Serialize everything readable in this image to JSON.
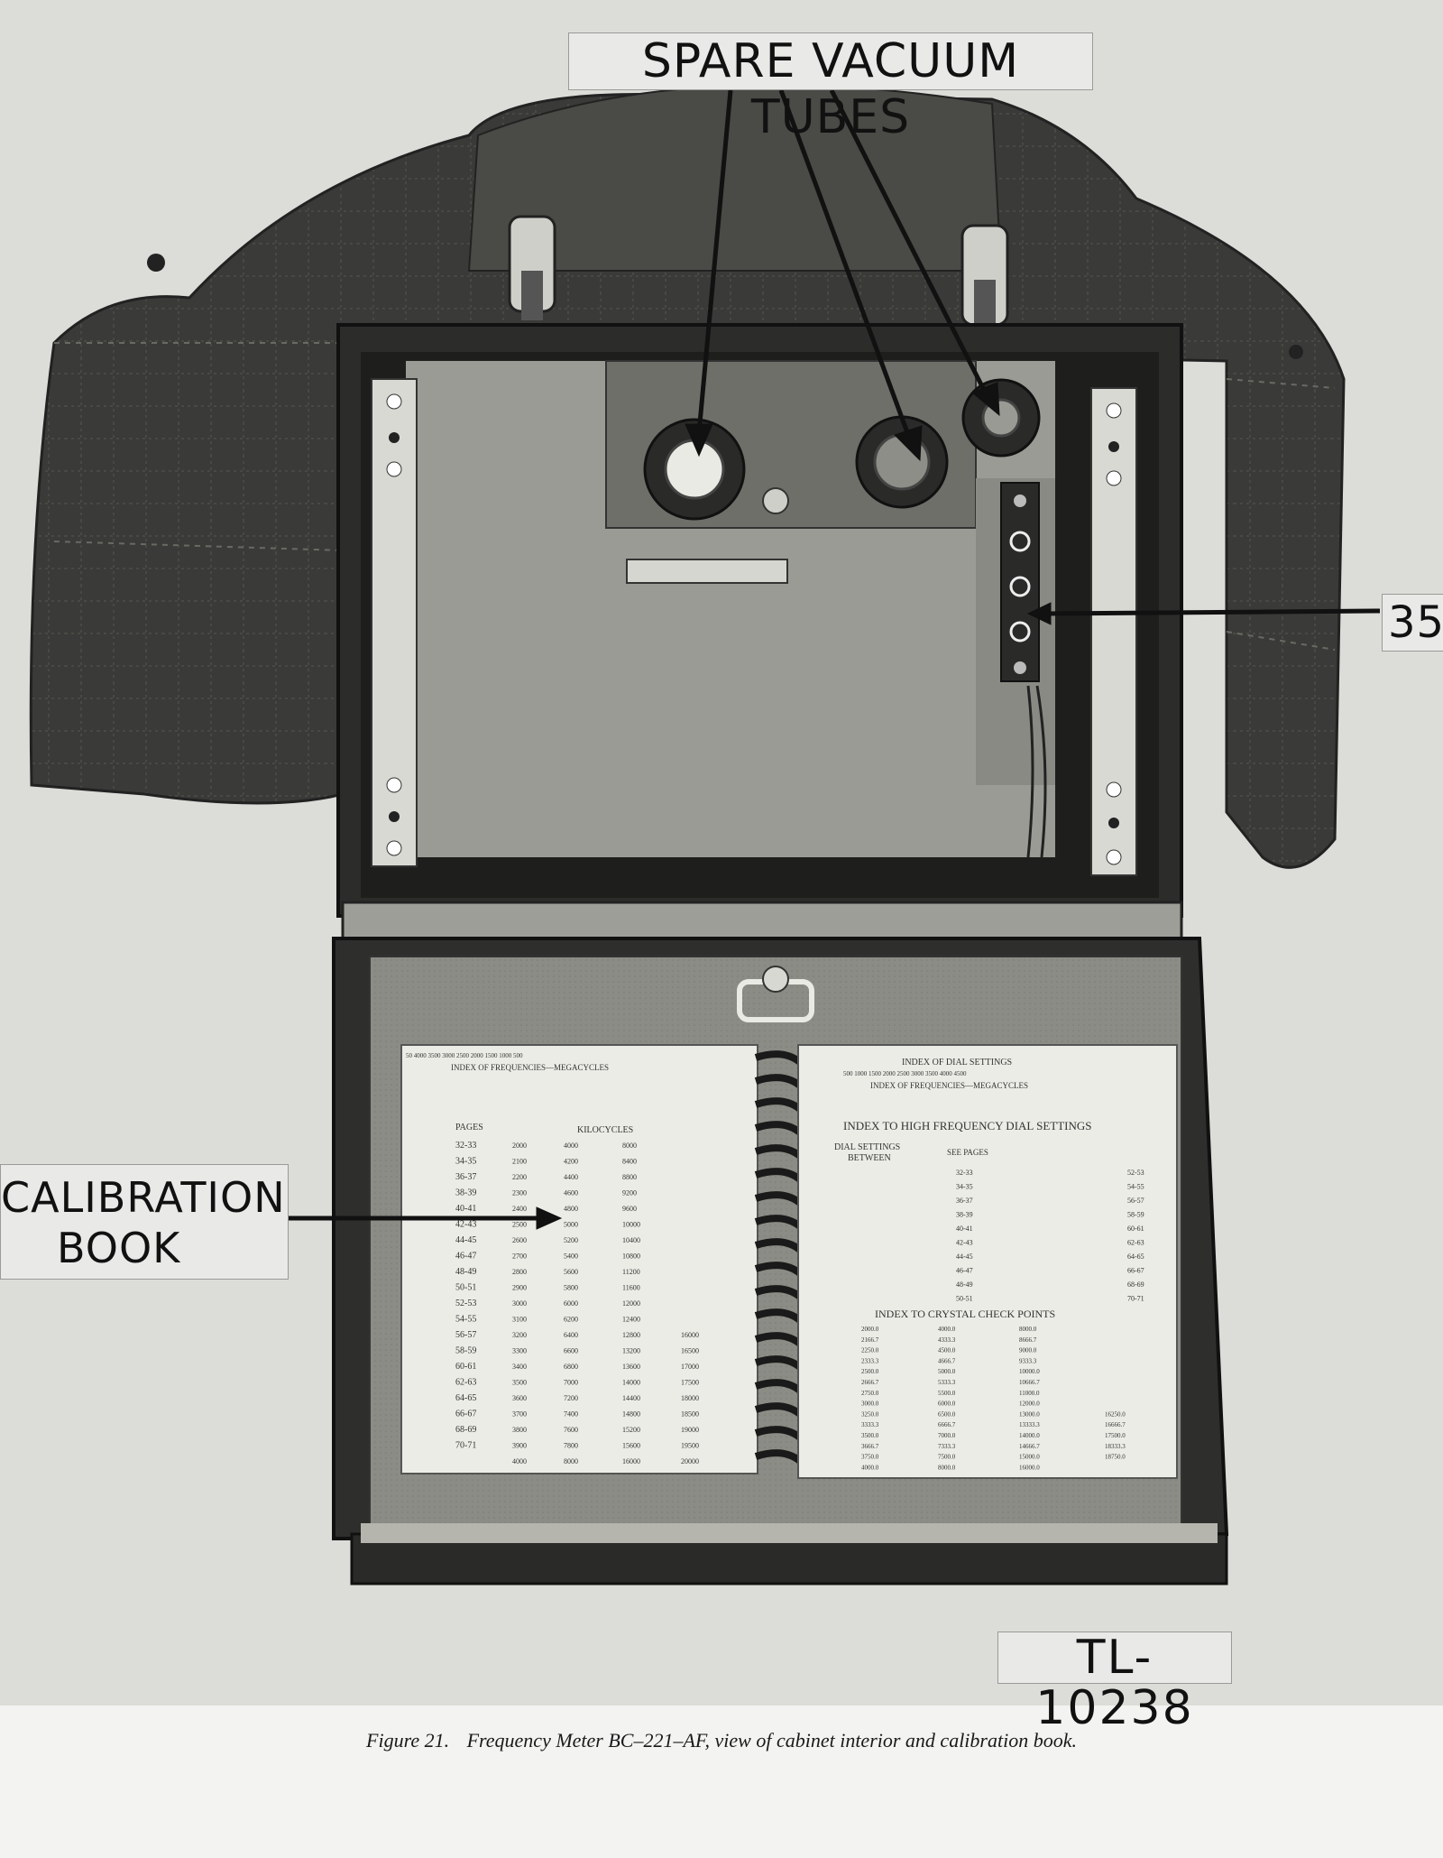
{
  "labels": {
    "spare_vacuum_tubes": "SPARE VACUUM TUBES",
    "calibration_book_line1": "CALIBRATION",
    "calibration_book_line2": "BOOK",
    "ref_number": "35",
    "tl_number": "TL- 10238"
  },
  "caption": {
    "figure": "Figure 21.",
    "text": "Frequency Meter BC–221–AF, view of cabinet interior and calibration book."
  },
  "book_left_page": {
    "header_numbers": "50   4000   3500   3000   2500   2000   1500   1000   500",
    "index_title": "INDEX OF FREQUENCIES—MEGACYCLES",
    "col_pages": "PAGES",
    "col_kilocycles": "KILOCYCLES",
    "rows": [
      [
        "32-33",
        "2000",
        "4000",
        "8000",
        ""
      ],
      [
        "34-35",
        "2100",
        "4200",
        "8400",
        ""
      ],
      [
        "36-37",
        "2200",
        "4400",
        "8800",
        ""
      ],
      [
        "38-39",
        "2300",
        "4600",
        "9200",
        ""
      ],
      [
        "40-41",
        "2400",
        "4800",
        "9600",
        ""
      ],
      [
        "42-43",
        "2500",
        "5000",
        "10000",
        ""
      ],
      [
        "44-45",
        "2600",
        "5200",
        "10400",
        ""
      ],
      [
        "46-47",
        "2700",
        "5400",
        "10800",
        ""
      ],
      [
        "48-49",
        "2800",
        "5600",
        "11200",
        ""
      ],
      [
        "50-51",
        "2900",
        "5800",
        "11600",
        ""
      ],
      [
        "52-53",
        "3000",
        "6000",
        "12000",
        ""
      ],
      [
        "54-55",
        "3100",
        "6200",
        "12400",
        ""
      ],
      [
        "56-57",
        "3200",
        "6400",
        "12800",
        "16000"
      ],
      [
        "58-59",
        "3300",
        "6600",
        "13200",
        "16500"
      ],
      [
        "60-61",
        "3400",
        "6800",
        "13600",
        "17000"
      ],
      [
        "62-63",
        "3500",
        "7000",
        "14000",
        "17500"
      ],
      [
        "64-65",
        "3600",
        "7200",
        "14400",
        "18000"
      ],
      [
        "66-67",
        "3700",
        "7400",
        "14800",
        "18500"
      ],
      [
        "68-69",
        "3800",
        "7600",
        "15200",
        "19000"
      ],
      [
        "70-71",
        "3900",
        "7800",
        "15600",
        "19500"
      ],
      [
        "",
        "4000",
        "8000",
        "16000",
        "20000"
      ]
    ]
  },
  "book_right_page": {
    "index_dial_title": "INDEX OF DIAL SETTINGS",
    "dial_numbers": "500   1000   1500   2000   2500   3000   3500   4000   4500",
    "index_freq_title": "INDEX OF FREQUENCIES—MEGACYCLES",
    "hf_title": "INDEX TO HIGH FREQUENCY DIAL SETTINGS",
    "col_dial_settings": "DIAL SETTINGS",
    "col_between": "BETWEEN",
    "col_see_pages": "SEE PAGES",
    "hf_pages_left": [
      "32-33",
      "34-35",
      "36-37",
      "38-39",
      "40-41",
      "42-43",
      "44-45",
      "46-47",
      "48-49",
      "50-51"
    ],
    "hf_pages_right": [
      "52-53",
      "54-55",
      "56-57",
      "58-59",
      "60-61",
      "62-63",
      "64-65",
      "66-67",
      "68-69",
      "70-71"
    ],
    "crystal_title": "INDEX TO CRYSTAL CHECK POINTS",
    "crystal_cols": [
      [
        "2000.0",
        "2166.7",
        "2250.0",
        "2333.3",
        "2500.0",
        "2666.7",
        "2750.0",
        "3000.0",
        "3250.0",
        "3333.3",
        "3500.0",
        "3666.7",
        "3750.0",
        "4000.0"
      ],
      [
        "4000.0",
        "4333.3",
        "4500.0",
        "4666.7",
        "5000.0",
        "5333.3",
        "5500.0",
        "6000.0",
        "6500.0",
        "6666.7",
        "7000.0",
        "7333.3",
        "7500.0",
        "8000.0"
      ],
      [
        "8000.0",
        "8666.7",
        "9000.0",
        "9333.3",
        "10000.0",
        "10666.7",
        "11000.0",
        "12000.0",
        "13000.0",
        "13333.3",
        "14000.0",
        "14666.7",
        "15000.0",
        "16000.0"
      ],
      [
        "",
        "",
        "",
        "",
        "",
        "",
        "",
        "",
        "16250.0",
        "16666.7",
        "17500.0",
        "18333.3",
        "18750.0",
        ""
      ]
    ]
  }
}
